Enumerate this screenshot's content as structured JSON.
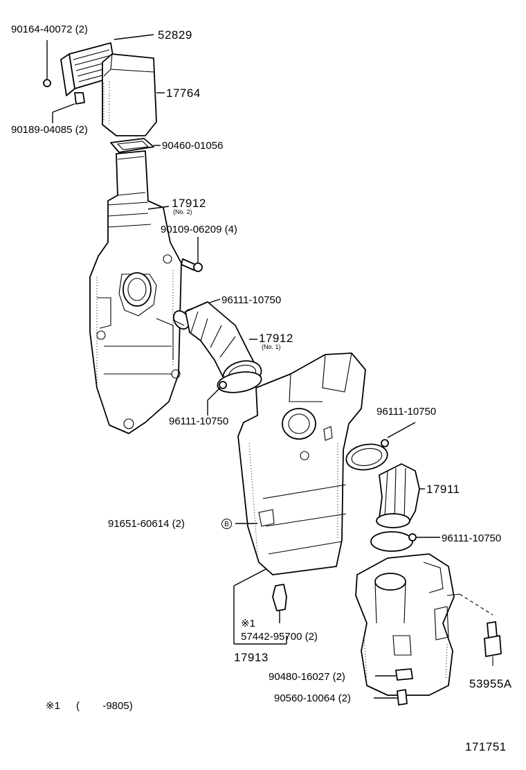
{
  "labels": {
    "p52829": "52829",
    "p90164": "90164-40072 (2)",
    "p17764": "17764",
    "p90189": "90189-04085 (2)",
    "p90460": "90460-01056",
    "p17912_a": "17912",
    "p17912_a_sub": "(No. 2)",
    "p90109": "90109-06209 (4)",
    "p96111_a": "96111-10750",
    "p17912_b": "17912",
    "p17912_b_sub": "(No. 1)",
    "p96111_b": "96111-10750",
    "p96111_c": "96111-10750",
    "p17911": "17911",
    "p91651": "91651-60614 (2)",
    "b_mark": "B",
    "p96111_d": "96111-10750",
    "note_mark": "※1",
    "p57442": "57442-95700 (2)",
    "p17913": "17913",
    "p90480": "90480-16027 (2)",
    "p53955A": "53955A",
    "p90560": "90560-10064 (2)",
    "footnote_mark": "※1",
    "footnote_range": "(        -9805)",
    "diagram_id": "171751"
  }
}
